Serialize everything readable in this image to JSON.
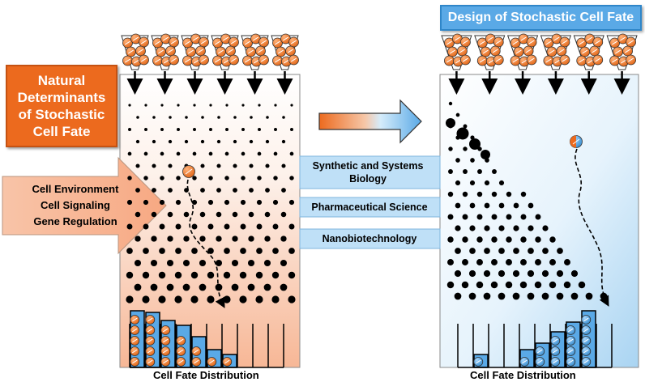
{
  "left_panel": {
    "title_lines": [
      "Natural",
      "Determinants",
      "of Stochastic",
      "Cell Fate"
    ],
    "inputs": [
      "Cell Environment",
      "Cell Signaling",
      "Gene Regulation"
    ],
    "footer": "Cell Fate Distribution"
  },
  "right_panel": {
    "title": "Design of Stochastic Cell Fate",
    "footer": "Cell Fate Distribution"
  },
  "bridges": [
    "Synthetic and Systems Biology",
    "Pharmaceutical Science",
    "Nanobiotechnology"
  ],
  "colors": {
    "orange": "#ec6a1e",
    "blue": "#5aa9e6",
    "band": "#bfe0f7",
    "panel_left_bottom": "#f7b796",
    "panel_right_bottom": "#a9d4f2"
  }
}
